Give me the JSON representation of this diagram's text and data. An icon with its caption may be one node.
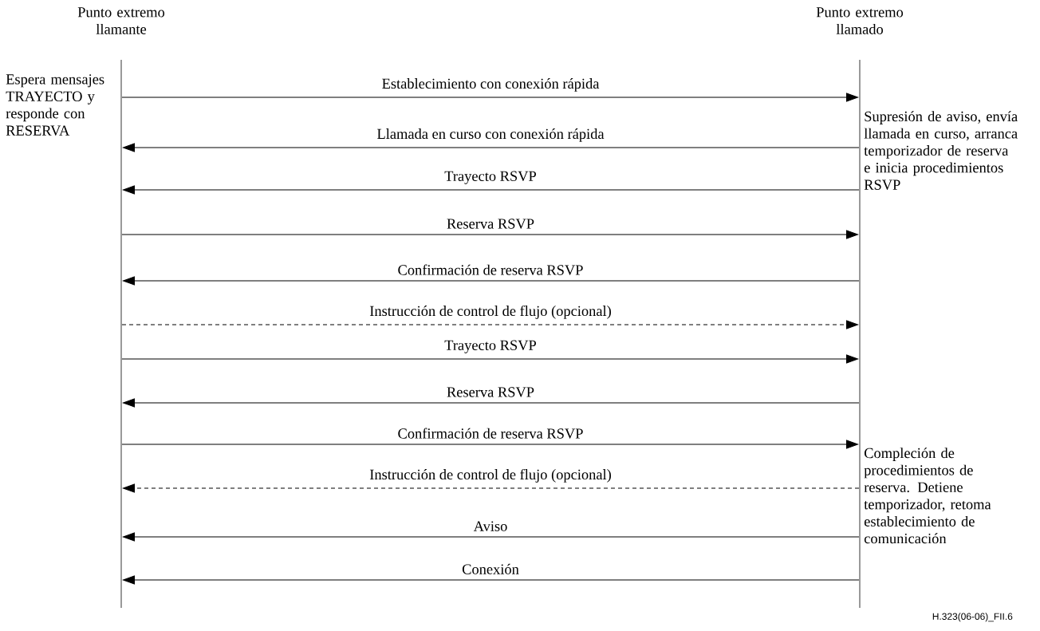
{
  "diagram": {
    "nodes": [
      {
        "text": [
          "Punto extremo llamante"
        ],
        "beside": [
          "Espera mensajes TRAYECTO y responde con RESERVA"
        ]
      },
      {
        "text": [
          "Punto extremo llamado"
        ],
        "beside": [
          "Supresión de aviso, envía llamada en curso, arranca temporizador de reserva e inicia procedimientos RSVP",
          "Compleción de procedimientos de reserva. Detiene temporizador, retoma establecimiento de comunicación"
        ]
      }
    ],
    "edges": [
      {
        "from": 0,
        "to": 1,
        "arrow": "to",
        "label": "Establecimiento con conexión rápida"
      },
      {
        "from": 1,
        "to": 0,
        "arrow": "to",
        "label": "Llamada en curso con conexión rápida"
      },
      {
        "from": 1,
        "to": 0,
        "arrow": "to",
        "label": "Trayecto RSVP"
      },
      {
        "from": 0,
        "to": 1,
        "arrow": "to",
        "label": "Reserva RSVP"
      },
      {
        "from": 1,
        "to": 0,
        "arrow": "to",
        "label": "Confirmación de reserva RSVP"
      },
      {
        "from": 0,
        "to": 1,
        "arrow": "to",
        "label": "Instrucción de control de flujo (opcional)",
        "style": "dashed"
      },
      {
        "from": 0,
        "to": 1,
        "arrow": "to",
        "label": "Trayecto RSVP"
      },
      {
        "from": 1,
        "to": 0,
        "arrow": "to",
        "label": "Reserva RSVP"
      },
      {
        "from": 0,
        "to": 1,
        "arrow": "to",
        "label": "Confirmación de reserva RSVP"
      },
      {
        "from": 1,
        "to": 0,
        "arrow": "to",
        "label": "Instrucción de control de flujo (opcional)",
        "style": "dashed"
      },
      {
        "from": 1,
        "to": 0,
        "arrow": "to",
        "label": "Aviso"
      },
      {
        "from": 1,
        "to": 0,
        "arrow": "to",
        "label": "Conexión"
      }
    ],
    "labels": [
      "H.323(06-06)_FII.6"
    ]
  }
}
